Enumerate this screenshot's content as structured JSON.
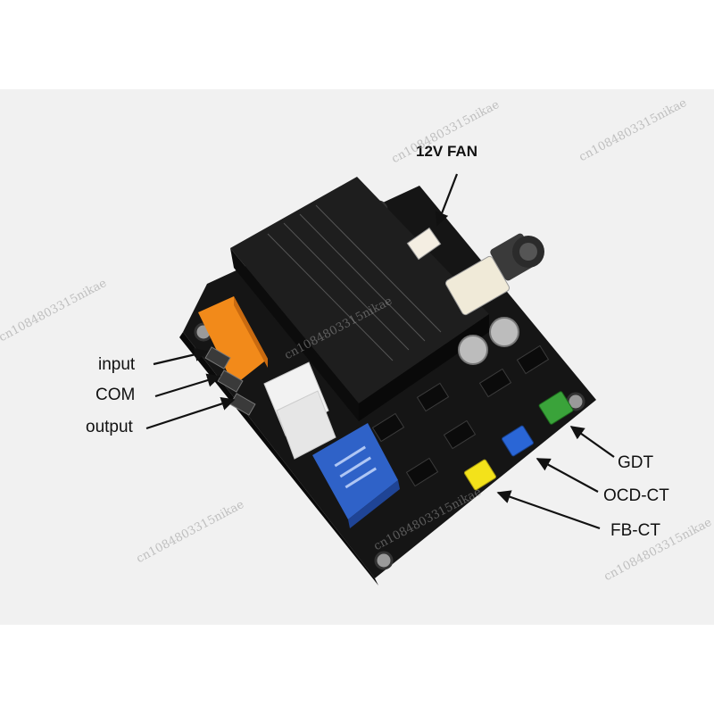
{
  "labels": {
    "fan": "12V FAN",
    "input": "input",
    "com": "COM",
    "output": "output",
    "gdt": "GDT",
    "ocd_ct": "OCD-CT",
    "fb_ct": "FB-CT"
  },
  "watermark": "cn1084803315nikae",
  "colors": {
    "background": "#f1f1f1",
    "pcb": "#151515",
    "fuse": "#f28a1a",
    "relay": "#2f62c8",
    "gdt_connector": "#3aa33a",
    "ocd_connector": "#2a66d6",
    "fb_connector": "#f3e21a"
  }
}
